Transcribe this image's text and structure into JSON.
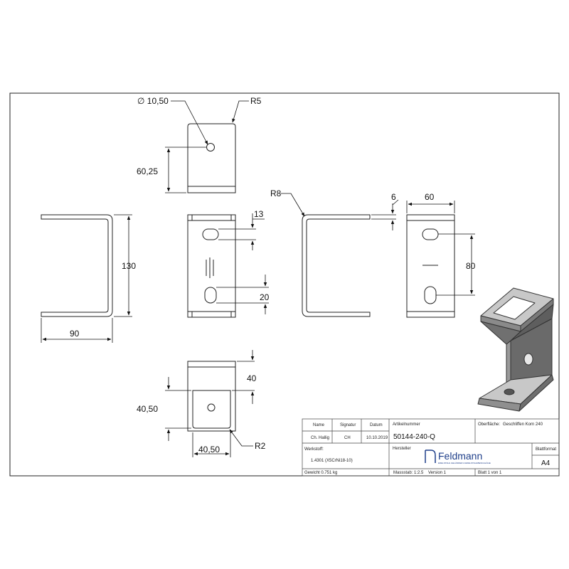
{
  "dimensions": {
    "hole_diameter": "∅ 10,50",
    "radius_top": "R5",
    "height_hole": "60,25",
    "radius_bend": "R8",
    "thickness": "6",
    "width_top": "60",
    "slot_13": "13",
    "height_130": "130",
    "slot_spacing": "80",
    "slot_20": "20",
    "width_90": "90",
    "base_40": "40",
    "base_4050_v": "40,50",
    "radius_base": "R2",
    "base_4050_h": "40,50"
  },
  "title_block": {
    "col_name": "Name",
    "col_signature": "Signatur",
    "col_date": "Datum",
    "article_label": "Artikelnummer",
    "surface_label": "Oberfläche:",
    "surface_value": "Geschliffen Korn 240",
    "row_name": "Ch. Hallig",
    "row_signature": "CH",
    "row_date": "10.10.2019",
    "article_number": "50144-240-Q",
    "material_label": "Werkstoff:",
    "manufacturer_label": "Hersteller",
    "sheet_format_label": "Blattformat",
    "material_value": "1.4301 (X5CrNi18-10)",
    "sheet_format_value": "A4",
    "weight": "Gewicht 0.751 kg",
    "scale": "Massstab: 1:2.5",
    "version": "Version 1",
    "sheet": "Blatt 1 von 1",
    "brand_name": "Feldmann",
    "brand_tagline": "EDELSTAHL GELÄNDER & EDELSTAHLBESCHLÄGE"
  }
}
